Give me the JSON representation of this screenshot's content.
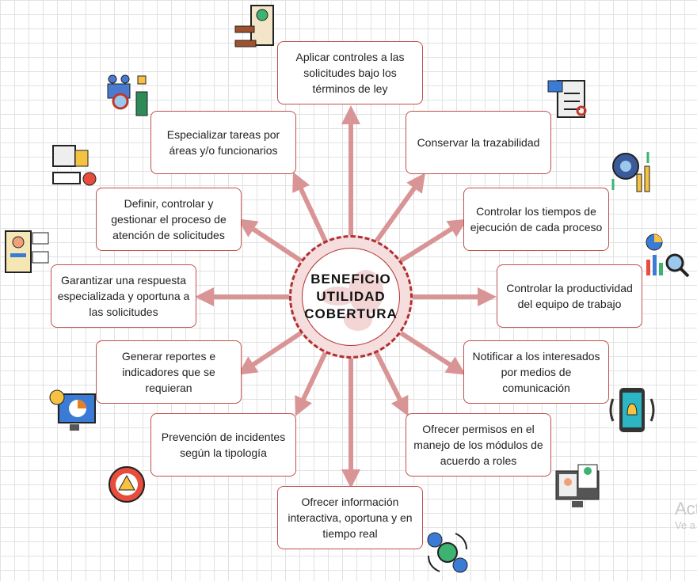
{
  "center": {
    "lines": [
      "BENEFICIO",
      "UTILIDAD",
      "COBERTURA"
    ]
  },
  "benefits": [
    "Aplicar controles  a las solicitudes bajo los términos de ley",
    "Conservar la trazabilidad",
    "Controlar los tiempos de ejecución de cada proceso",
    "Controlar la productividad del equipo de trabajo",
    "Notificar a los interesados por medios de comunicación",
    "Ofrecer permisos en el manejo de los módulos de acuerdo a roles",
    "Ofrecer información interactiva, oportuna y en tiempo real",
    "Prevención de incidentes según la tipología",
    "Generar reportes e indicadores que se requieran",
    "Garantizar una respuesta especializada y oportuna a las solicitudes",
    "Definir, controlar y gestionar el proceso de atención de solicitudes",
    "Especializar tareas por áreas y/o funcionarios"
  ],
  "watermark": {
    "line1": "Act",
    "line2": "Ve a"
  },
  "colors": {
    "arrow": "#d99595",
    "border": "#c0504d",
    "dash": "#b03030"
  }
}
